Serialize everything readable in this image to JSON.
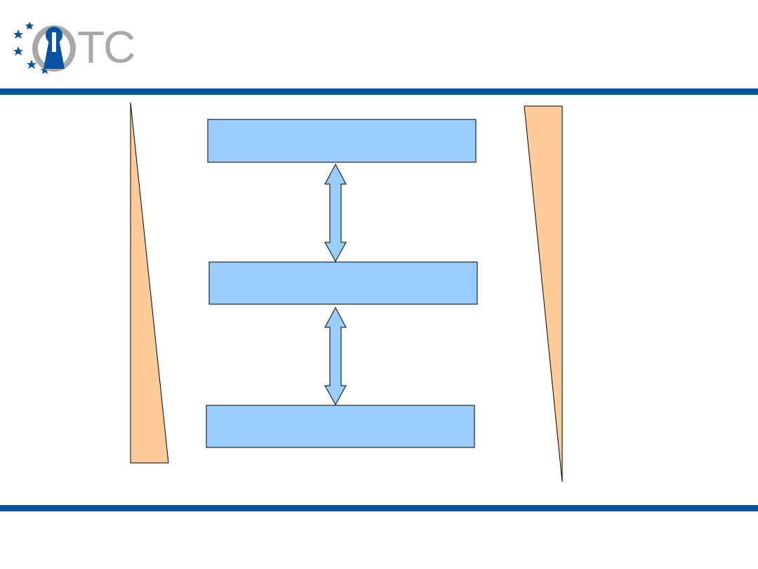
{
  "header": {
    "logo_text": "TC",
    "logo_icon": "keyhole-with-stars-icon"
  },
  "colors": {
    "brand_blue": "#0753a3",
    "logo_gray": "#a8a8a8",
    "box_fill": "#99ccff",
    "wedge_fill": "#ffcc99",
    "outline": "#000000"
  },
  "diagram": {
    "boxes": [
      {
        "label": ""
      },
      {
        "label": ""
      },
      {
        "label": ""
      }
    ],
    "arrows": [
      "double-arrow-vertical",
      "double-arrow-vertical"
    ],
    "wedges": [
      "wedge-left-narrowing-up",
      "wedge-right-narrowing-down"
    ]
  }
}
